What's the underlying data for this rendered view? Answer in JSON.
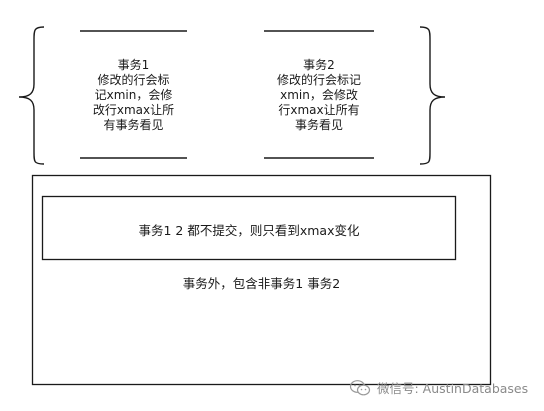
{
  "diagram": {
    "txn1": {
      "text": "事务1\n修改的行会标\n记xmin，会修\n改行xmax让所\n有事务看见"
    },
    "txn2": {
      "text": "事务2\n修改的行会标记\nxmin，会修改\n行xmax让所有\n事务看见"
    },
    "inner_box_text": "事务1 2 都不提交，则只看到xmax变化",
    "outer_box_text": "事务外，包含非事务1 事务2"
  },
  "watermark": {
    "text": "微信号: AustinDatabases",
    "icon": "wechat-icon"
  },
  "colors": {
    "line": "#1a1a1a",
    "background": "#ffffff",
    "watermark": "#8a8a8a"
  }
}
